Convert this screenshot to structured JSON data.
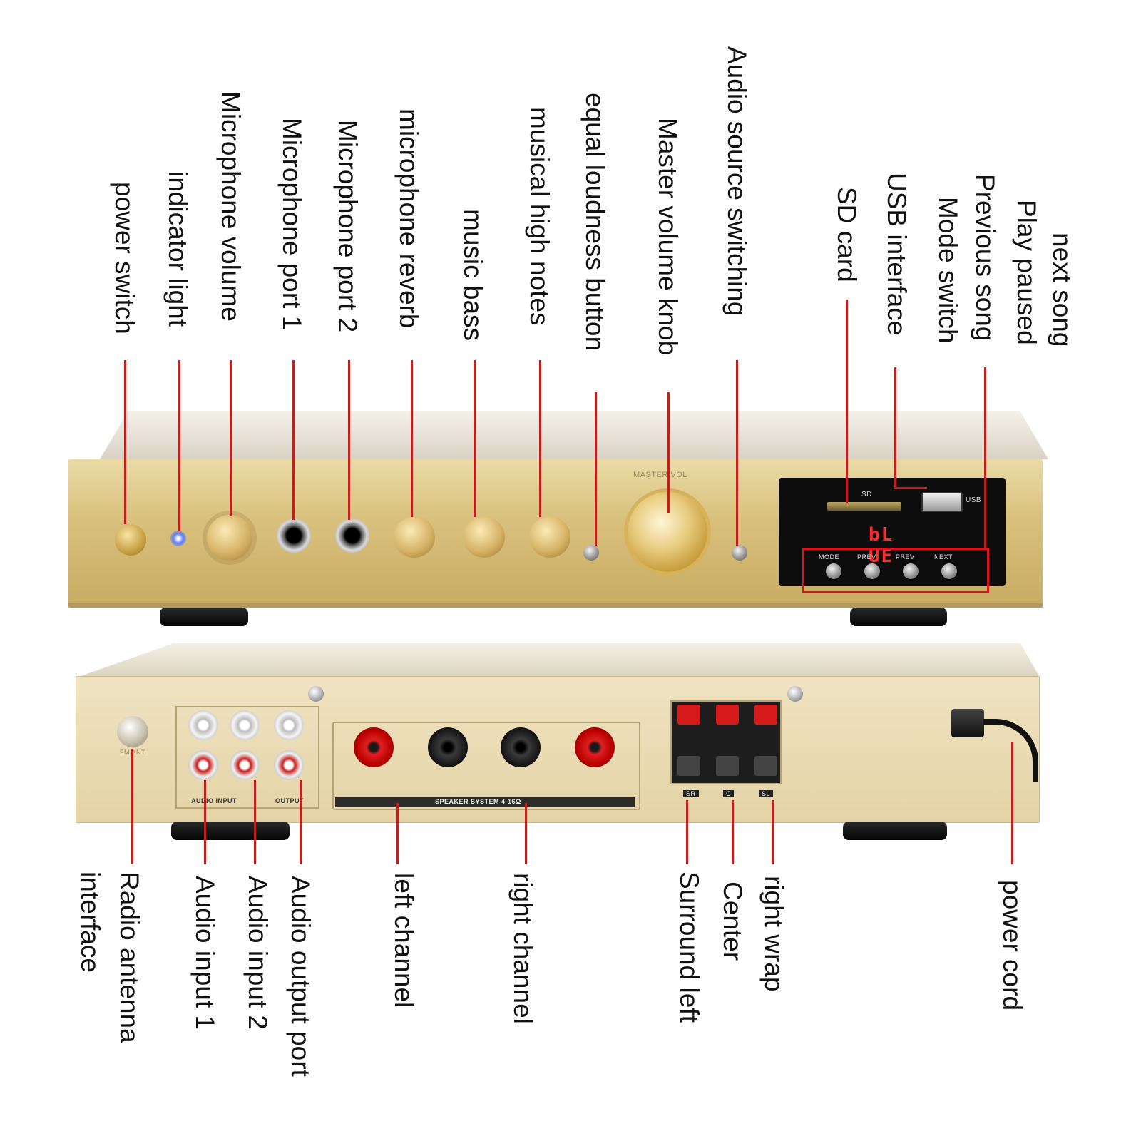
{
  "front_labels": {
    "power_switch": "power switch",
    "indicator_light": "indicator light",
    "mic_volume": "Microphone volume",
    "mic_port_1": "Microphone port 1",
    "mic_port_2": "Microphone port 2",
    "mic_reverb": "microphone reverb",
    "music_bass": "music bass",
    "high_notes": "musical high notes",
    "loudness_button": "equal loudness button",
    "master_volume": "Master volume knob",
    "source_switching": "Audio source switching",
    "sd_card": "SD card",
    "usb_interface": "USB interface",
    "mode_switch": "Mode switch",
    "previous_song": "Previous song",
    "play_paused": "Play paused",
    "next_song": "next song"
  },
  "rear_labels": {
    "radio_antenna": "Radio antenna interface",
    "audio_input_1": "Audio input 1",
    "audio_input_2": "Audio input 2",
    "audio_output": "Audio output port",
    "left_channel": "left channel",
    "right_channel": "right channel",
    "surround_left": "Surround left",
    "center": "Center",
    "right_wrap": "right wrap",
    "power_cord": "power cord"
  },
  "panel_print": {
    "master_vol": "MASTER VOL",
    "sd": "SD",
    "usb": "USB",
    "display": "bL UE",
    "mode": "MODE",
    "prev": "PREV",
    "play": "PREV",
    "next": "NEXT",
    "fm_ant": "FM ANT",
    "audio_input": "AUDIO INPUT",
    "output": "OUTPUT",
    "speaker_system": "SPEAKER SYSTEM 4-16Ω",
    "sr": "SR",
    "c": "C",
    "sl": "SL"
  },
  "colors": {
    "gold_light": "#e6d39a",
    "gold_dark": "#b89c5a",
    "leader": "#c0201c",
    "led": "#3a5cff",
    "display_red": "#ff2a2a"
  }
}
